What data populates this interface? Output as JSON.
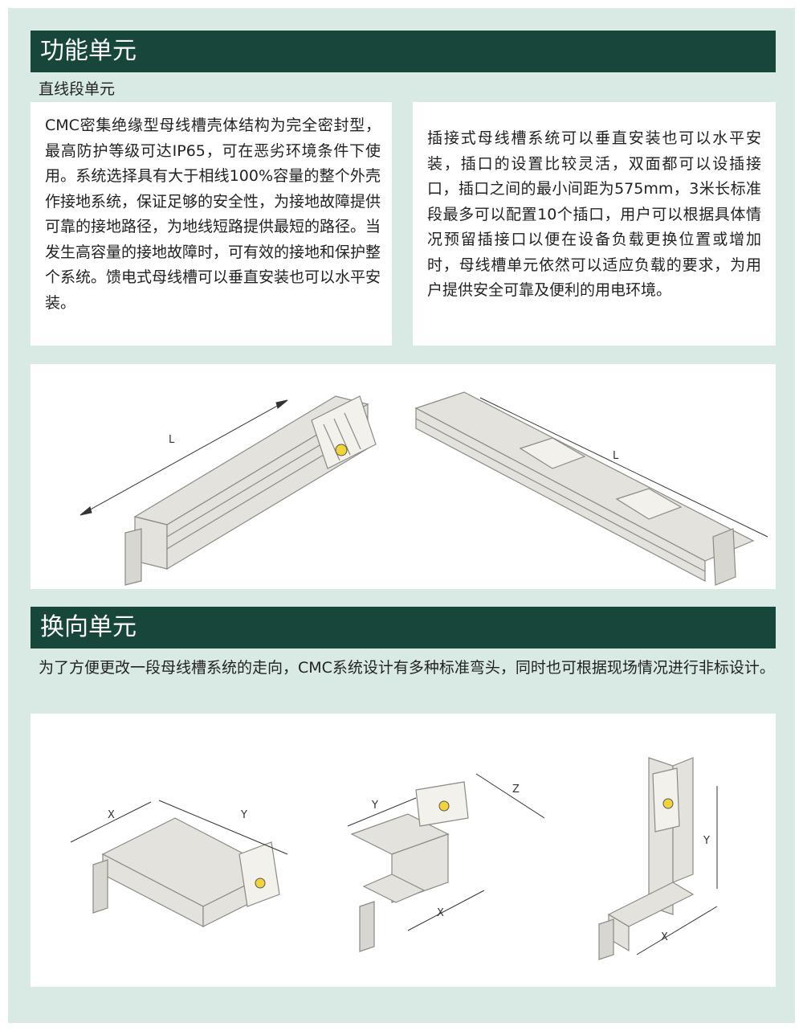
{
  "section1": {
    "title": "功能单元",
    "subtitle": "直线段单元",
    "para_left": "CMC密集绝缘型母线槽壳体结构为完全密封型，最高防护等级可达IP65，可在恶劣环境条件下使用。系统选择具有大于相线100%容量的整个外壳作接地系统，保证足够的安全性，为接地故障提供可靠的接地路径，为地线短路提供最短的路径。当发生高容量的接地故障时，可有效的接地和保护整个系统。馈电式母线槽可以垂直安装也可以水平安装。",
    "para_right": "插接式母线槽系统可以垂直安装也可以水平安装，插口的设置比较灵活，双面都可以设插接口，插口之间的最小间距为575mm，3米长标准段最多可以配置10个插口，用户可以根据具体情况预留插接口以便在设备负载更换位置或增加时，母线槽单元依然可以适应负载的要求，为用户提供安全可靠及便利的用电环境。",
    "fig_label_left": "L",
    "fig_label_right": "L"
  },
  "section2": {
    "title": "换向单元",
    "note": "为了方便更改一段母线槽系统的走向，CMC系统设计有多种标准弯头，同时也可根据现场情况进行非标设计。",
    "fig1": {
      "x_label": "X",
      "y_label": "Y"
    },
    "fig2": {
      "x_label": "X",
      "y_label": "Y",
      "z_label": "Z"
    },
    "fig3": {
      "x_label": "X",
      "y_label": "Y"
    }
  },
  "colors": {
    "bar": "#17463a",
    "background": "#d9e9e3",
    "card": "#ffffff",
    "duct": "#e4e2dc",
    "duct_edge": "#8c8a84"
  }
}
